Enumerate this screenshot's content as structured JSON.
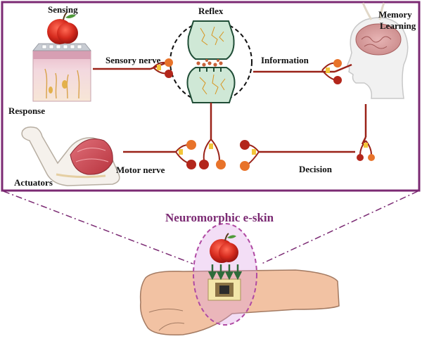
{
  "labels": {
    "sensing": "Sensing",
    "reflex": "Reflex",
    "memory": "Memory",
    "learning": "Learning",
    "sensory_nerve": "Sensory nerve",
    "information": "Information",
    "response": "Response",
    "actuators": "Actuators",
    "motor_nerve": "Motor nerve",
    "decision": "Decision",
    "title": "Neuromorphic e-skin"
  },
  "colors": {
    "frame": "#7b2a73",
    "nerve": "#9a2218",
    "synapse_fill": "#cfe8d6",
    "apple": "#d62b1e",
    "arrow": "#2e6b3a"
  }
}
